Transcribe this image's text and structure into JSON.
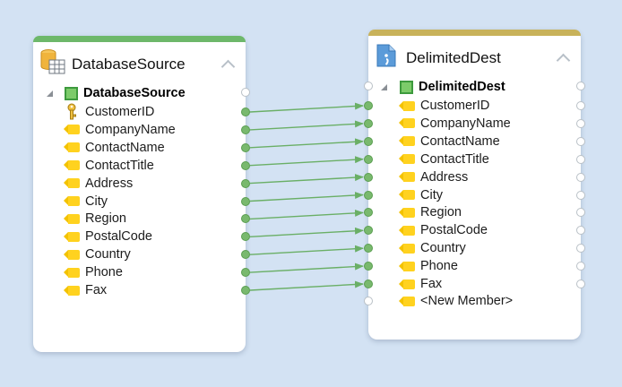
{
  "source": {
    "title": "DatabaseSource",
    "root_label": "DatabaseSource",
    "header_color": "#6db86a",
    "fields": [
      "CustomerID",
      "CompanyName",
      "ContactName",
      "ContactTitle",
      "Address",
      "City",
      "Region",
      "PostalCode",
      "Country",
      "Phone",
      "Fax"
    ]
  },
  "destination": {
    "title": "DelimitedDest",
    "root_label": "DelimitedDest",
    "header_color": "#c8b25a",
    "fields": [
      "CustomerID",
      "CompanyName",
      "ContactName",
      "ContactTitle",
      "Address",
      "City",
      "Region",
      "PostalCode",
      "Country",
      "Phone",
      "Fax"
    ],
    "new_member_label": "<New Member>"
  },
  "mappings": [
    [
      "CustomerID",
      "CustomerID"
    ],
    [
      "CompanyName",
      "CompanyName"
    ],
    [
      "ContactName",
      "ContactName"
    ],
    [
      "ContactTitle",
      "ContactTitle"
    ],
    [
      "Address",
      "Address"
    ],
    [
      "City",
      "City"
    ],
    [
      "Region",
      "Region"
    ],
    [
      "PostalCode",
      "PostalCode"
    ],
    [
      "Country",
      "Country"
    ],
    [
      "Phone",
      "Phone"
    ],
    [
      "Fax",
      "Fax"
    ]
  ],
  "colors": {
    "link": "#6aaf66",
    "background": "#d3e2f3"
  }
}
